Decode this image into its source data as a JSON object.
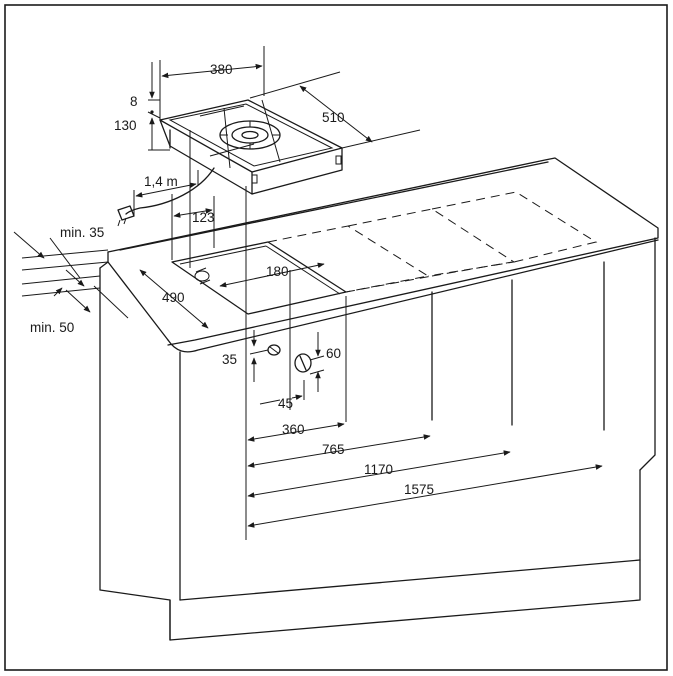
{
  "figure": {
    "border_color": "#1a1a1a",
    "labels": {
      "width_380": "380",
      "depth_510": "510",
      "dim_8": "8",
      "height_130": "130",
      "cable_1_4m": "1,4 m",
      "dim_123": "123",
      "min_35": "min. 35",
      "cutout_180": "180",
      "depth_490": "490",
      "min_50": "min. 50",
      "dim_35": "35",
      "dim_60": "60",
      "dim_45": "45",
      "dim_360": "360",
      "dim_765": "765",
      "dim_1170": "1170",
      "dim_1575": "1575"
    }
  }
}
